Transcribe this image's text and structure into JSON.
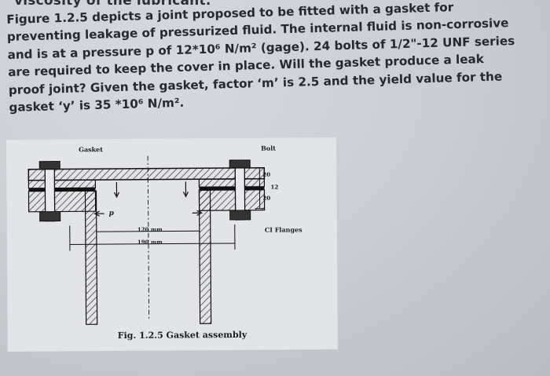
{
  "header_cut": "viscosity of the lubricant.",
  "problem": {
    "lines": [
      "Figure 1.2.5 depicts a joint proposed to be fitted with a gasket for",
      "preventing leakage of pressurized fluid. The internal fluid is non-corrosive",
      "and is at a pressure p of 12*10⁶ N/m² (gage). 24 bolts of 1/2\"-12 UNF series",
      "are required to keep the cover in place. Will the gasket produce a leak",
      "proof joint? Given the gasket, factor ‘m’ is 2.5 and the yield value for the",
      "gasket ‘y’ is 35 *10⁶ N/m²."
    ]
  },
  "figure": {
    "labels": {
      "gasket": "Gasket",
      "bolt": "Bolt",
      "flanges": "CI Flanges",
      "dim_120": "120 mm",
      "dim_190": "190 mm",
      "dim_20": "20",
      "dim_12": "12",
      "dim_20b": "20",
      "pressure": "p"
    },
    "caption": "Fig. 1.2.5   Gasket assembly"
  }
}
